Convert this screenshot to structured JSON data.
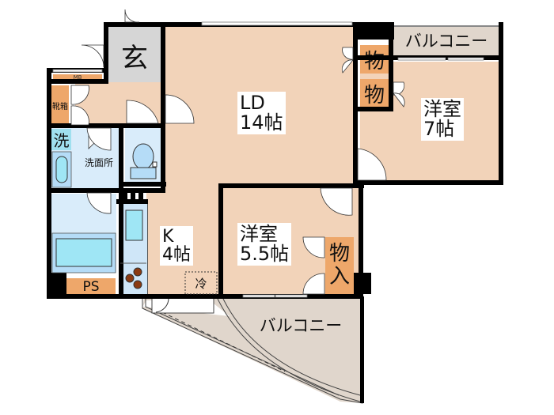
{
  "floor_plan": {
    "colors": {
      "room_fill": "#f2d3b9",
      "storage_fill": "#eea76a",
      "entry_fill": "#d6d6d6",
      "wet_area_fill": "#d9ecfa",
      "fixture_fill": "#b5dcf7",
      "balcony_fill": "#e0d6cc",
      "wall": "#000000",
      "burner": "#8b3a12"
    },
    "rooms": {
      "ld": {
        "name": "LD",
        "size": "14帖"
      },
      "kitchen": {
        "name": "K",
        "size": "4帖"
      },
      "western_room_1": {
        "name": "洋室",
        "size": "7帖"
      },
      "western_room_2": {
        "name": "洋室",
        "size": "5.5帖"
      },
      "entrance": {
        "name": "玄"
      },
      "washroom": {
        "name": "洗面所"
      },
      "balcony_top": {
        "name": "バルコニー"
      },
      "balcony_bottom": {
        "name": "バルコニー"
      }
    },
    "labels": {
      "storage_1": "物",
      "storage_2": "物",
      "closet": "物入",
      "closet_line1": "物",
      "closet_line2": "入",
      "shoe_box": "靴箱",
      "meter_box": "MB",
      "washing_machine": "洗",
      "pipe_space": "PS",
      "refrigerator": "冷"
    }
  }
}
